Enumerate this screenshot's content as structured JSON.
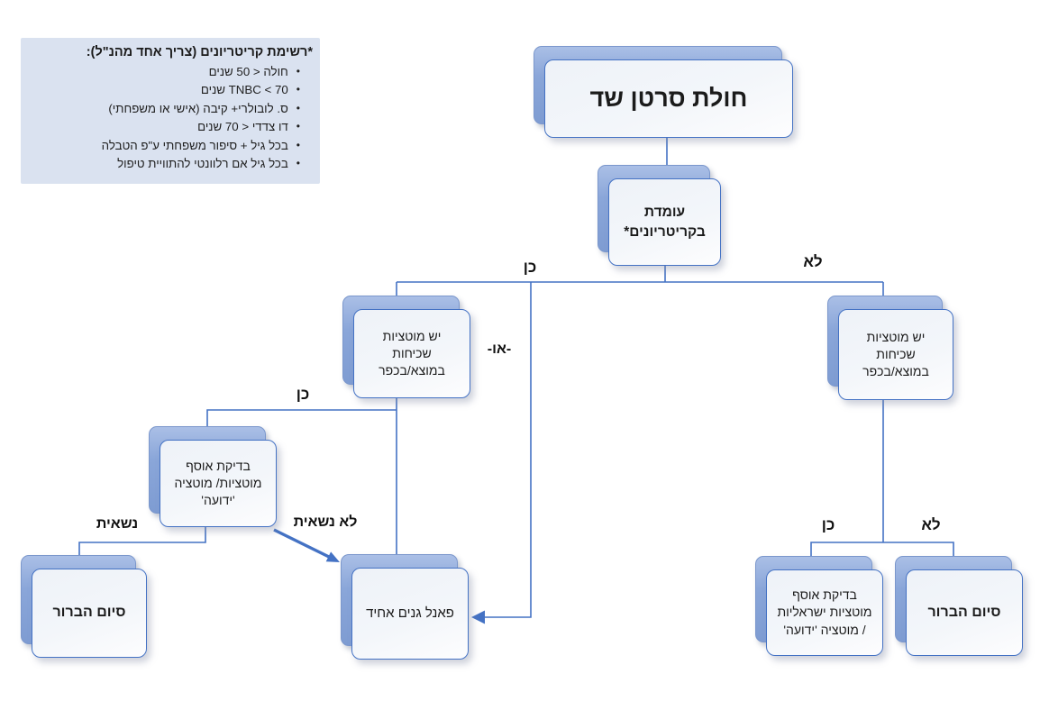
{
  "criteria_panel": {
    "title": "*רשימת קריטריונים (צריך אחד מהנ\"ל):",
    "items": [
      "חולה < 50 שנים",
      "TNBC < 70 שנים",
      "ס. לובולרי+ קיבה (אישי או משפחתי)",
      "דו צדדי < 70 שנים",
      "בכל גיל + סיפור משפחתי ע\"פ הטבלה",
      "בכל גיל אם רלוונטי להתוויית טיפול"
    ]
  },
  "nodes": {
    "start": {
      "label": "חולת סרטן שד"
    },
    "criteria_check": {
      "lines": [
        "עומדת",
        "בקריטריונים*"
      ]
    },
    "common_mut_left": {
      "lines": [
        "יש מוטציות",
        "שכיחות",
        "במוצא/בכפר"
      ]
    },
    "common_mut_right": {
      "lines": [
        "יש מוטציות",
        "שכיחות",
        "במוצא/בכפר"
      ]
    },
    "known_mut_test": {
      "lines": [
        "בדיקת אוסף",
        "מוטציות/ מוטציה",
        "'ידועה'"
      ]
    },
    "end_left": {
      "label": "סיום הברור"
    },
    "gene_panel": {
      "label": "פאנל גנים אחיד"
    },
    "israeli_test": {
      "lines": [
        "בדיקת אוסף",
        "מוטציות ישראליות",
        "/ מוטציה 'ידועה'"
      ]
    },
    "end_right": {
      "label": "סיום הברור"
    }
  },
  "edge_labels": {
    "yes_top": "כן",
    "no_top": "לא",
    "or": "-או-",
    "yes_left": "כן",
    "carrier": "נשאית",
    "not_carrier": "לא נשאית",
    "yes_right": "כן",
    "no_right": "לא"
  },
  "colors": {
    "connector": "#4472c4",
    "node_border": "#4472c4",
    "shadow_fill": "#8aa6d9",
    "panel_bg": "#dae2f0"
  }
}
